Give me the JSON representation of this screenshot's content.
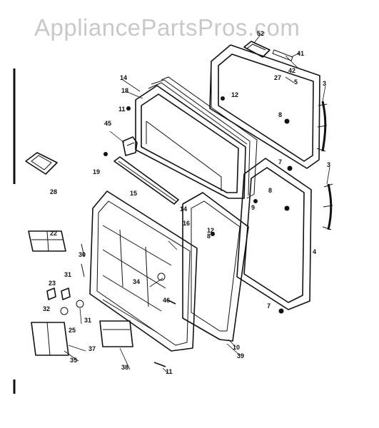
{
  "watermark": "AppliancePartsPros.com",
  "part_labels": [
    {
      "id": "52",
      "text": "52"
    },
    {
      "id": "41",
      "text": "41"
    },
    {
      "id": "42",
      "text": "42"
    },
    {
      "id": "27",
      "text": "27"
    },
    {
      "id": "5",
      "text": "5"
    },
    {
      "id": "3a",
      "text": "3"
    },
    {
      "id": "14a",
      "text": "14"
    },
    {
      "id": "18",
      "text": "18"
    },
    {
      "id": "11a",
      "text": "11"
    },
    {
      "id": "12a",
      "text": "12"
    },
    {
      "id": "8a",
      "text": "8"
    },
    {
      "id": "45",
      "text": "45"
    },
    {
      "id": "7a",
      "text": "7"
    },
    {
      "id": "3b",
      "text": "3"
    },
    {
      "id": "19",
      "text": "19"
    },
    {
      "id": "8b",
      "text": "8"
    },
    {
      "id": "8c",
      "text": "8"
    },
    {
      "id": "9",
      "text": "9"
    },
    {
      "id": "28",
      "text": "28"
    },
    {
      "id": "15",
      "text": "15"
    },
    {
      "id": "14b",
      "text": "14"
    },
    {
      "id": "16",
      "text": "16"
    },
    {
      "id": "12b",
      "text": "12"
    },
    {
      "id": "4",
      "text": "4"
    },
    {
      "id": "22",
      "text": "22"
    },
    {
      "id": "30",
      "text": "30"
    },
    {
      "id": "31a",
      "text": "31"
    },
    {
      "id": "23",
      "text": "23"
    },
    {
      "id": "34",
      "text": "34"
    },
    {
      "id": "7b",
      "text": "7"
    },
    {
      "id": "32",
      "text": "32"
    },
    {
      "id": "31b",
      "text": "31"
    },
    {
      "id": "46",
      "text": "46"
    },
    {
      "id": "25",
      "text": "25"
    },
    {
      "id": "37",
      "text": "37"
    },
    {
      "id": "35",
      "text": "35"
    },
    {
      "id": "38",
      "text": "38"
    },
    {
      "id": "10",
      "text": "10"
    },
    {
      "id": "39",
      "text": "39"
    },
    {
      "id": "11b",
      "text": "11"
    }
  ]
}
